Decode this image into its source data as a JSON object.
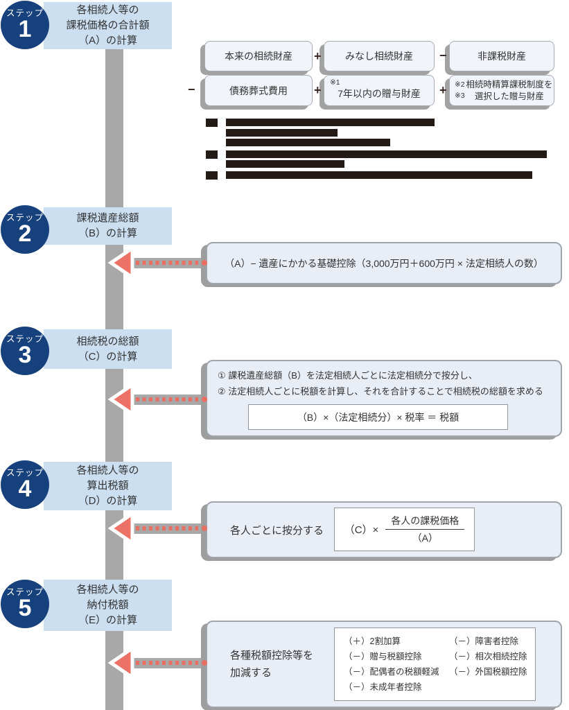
{
  "steps": [
    {
      "badge": "ステップ",
      "num": "1",
      "lines": [
        "各相続人等の",
        "課税価格の合計額",
        "（A）の計算"
      ]
    },
    {
      "badge": "ステップ",
      "num": "2",
      "lines": [
        "課税遺産総額",
        "（B）の計算"
      ]
    },
    {
      "badge": "ステップ",
      "num": "3",
      "lines": [
        "相続税の総額",
        "（C）の計算"
      ]
    },
    {
      "badge": "ステップ",
      "num": "4",
      "lines": [
        "各相続人等の",
        "算出税額",
        "（D）の計算"
      ]
    },
    {
      "badge": "ステップ",
      "num": "5",
      "lines": [
        "各相続人等の",
        "納付税額",
        "（E）の計算"
      ]
    }
  ],
  "assets": {
    "box_main_estate": "本来の相続財産",
    "box_deemed_estate": "みなし相続財産",
    "box_nontaxable": "非課税財産",
    "box_debts_funeral": "債務葬式費用",
    "box_gifts7_note": "※1",
    "box_gifts7": "7年以内の贈与財産",
    "box_settlement_note1": "※2",
    "box_settlement_note2": "※3",
    "box_settlement_line1": "相続時精算課税制度を",
    "box_settlement_line2": "選択した贈与財産",
    "op_plus": "+",
    "op_minus": "−"
  },
  "footnotes": {
    "redacted": true,
    "marker_count": 3,
    "line_count": 6
  },
  "step2": {
    "formula": "（A）− 遺産にかかる基礎控除（3,000万円＋600万円 × 法定相続人の数）"
  },
  "step3": {
    "line1": "① 課税遺産総額（B）を法定相続人ごとに法定相続分で按分し、",
    "line2": "② 法定相続人ごとに税額を計算し、それを合計することで相続税の総額を求める",
    "formula": "（B）×（法定相続分）× 税率 ＝ 税額"
  },
  "step4": {
    "label": "各人ごとに按分する",
    "prefix": "（C）×",
    "numerator": "各人の課税価格",
    "denominator": "（A）"
  },
  "step5": {
    "label_line1": "各種税額控除等を",
    "label_line2": "加減する",
    "items_left": [
      "（＋）2割加算",
      "（－）贈与税額控除",
      "（－）配偶者の税額軽減",
      "（－）未成年者控除"
    ],
    "items_right": [
      "（－）障害者控除",
      "（－）相次相続控除",
      "（－）外国税額控除"
    ]
  },
  "colors": {
    "badge_navy": "#17417d",
    "step_label_blue": "#cbdff1",
    "asset_box_fill": "#f1f4fa",
    "formula_box_fill": "#e9eef6",
    "timeline_gray": "#a8a8a8",
    "arrow_red": "#ea6f63",
    "redacted_ink": "#241a16"
  }
}
